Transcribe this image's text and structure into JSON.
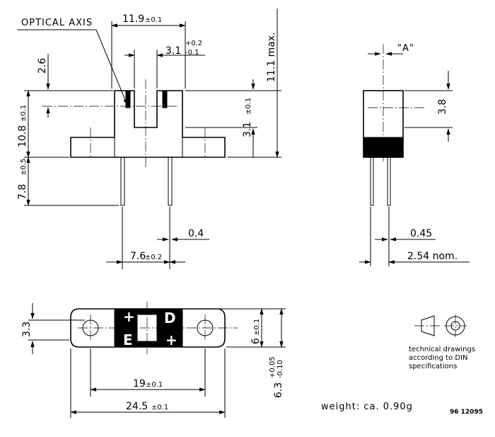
{
  "labels": {
    "optical_axis": "OPTICAL AXIS",
    "view_a": "\"A\"",
    "emitter": "E",
    "detector": "D",
    "plus": "+",
    "weight": "weight: ca. 0.90g",
    "drawing_code": "96 12095",
    "din_note": [
      "technical drawings",
      "according to DIN",
      "specifications"
    ]
  },
  "dimensions": {
    "width_top": "11.9",
    "width_top_tol": "±0.1",
    "slot": "3.1",
    "slot_tol_plus": "+0.2",
    "slot_tol_minus": "-0.1",
    "height_max": "11.1 max.",
    "axis_offset": "2.6",
    "body_height": "10.8",
    "body_height_tol": "±0.1",
    "slot_depth": "3.1",
    "slot_depth_tol": "±0.1",
    "pin_length": "7.8",
    "pin_length_tol": "±0.5",
    "pin_width": "0.4",
    "pin_spacing": "7.6",
    "pin_spacing_tol": "±0.2",
    "side_axis": "3.8",
    "pin_thickness": "0.45",
    "pin_pitch": "2.54 nom.",
    "hole_offset": "3.3",
    "hole_pitch": "19",
    "hole_pitch_tol": "±0.1",
    "length": "24.5",
    "length_tol": "±0.1",
    "body_width": "6",
    "body_width_tol": "±0.1",
    "flange_width": "6.3",
    "flange_tol_plus": "+0.05",
    "flange_tol_minus": "-0.10"
  }
}
